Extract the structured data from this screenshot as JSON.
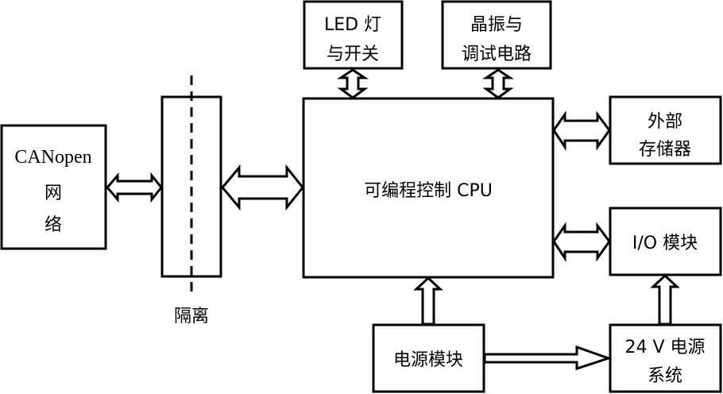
{
  "diagram": {
    "title": "",
    "nodes": {
      "canopen": {
        "lines": [
          "CANopen",
          "网",
          "络"
        ]
      },
      "isolation": {
        "label": "隔离"
      },
      "cpu": {
        "lines": [
          "可编程控制 CPU"
        ]
      },
      "led": {
        "lines": [
          "LED 灯",
          "与开关"
        ]
      },
      "crystal": {
        "lines": [
          "晶振与",
          "调试电路"
        ]
      },
      "memory": {
        "lines": [
          "外部",
          "存储器"
        ]
      },
      "io": {
        "lines": [
          "I/O 模块"
        ]
      },
      "power": {
        "lines": [
          "电源模块"
        ]
      },
      "power24": {
        "lines": [
          "24 V 电源",
          "系统"
        ]
      }
    },
    "edges": [
      {
        "from": "canopen",
        "to": "isolation",
        "type": "bidirectional"
      },
      {
        "from": "isolation",
        "to": "cpu",
        "type": "bidirectional"
      },
      {
        "from": "led",
        "to": "cpu",
        "type": "bidirectional"
      },
      {
        "from": "crystal",
        "to": "cpu",
        "type": "bidirectional"
      },
      {
        "from": "cpu",
        "to": "memory",
        "type": "bidirectional"
      },
      {
        "from": "cpu",
        "to": "io",
        "type": "bidirectional"
      },
      {
        "from": "power",
        "to": "cpu",
        "type": "directed"
      },
      {
        "from": "power",
        "to": "power24",
        "type": "directed"
      },
      {
        "from": "power24",
        "to": "io",
        "type": "directed"
      }
    ]
  }
}
